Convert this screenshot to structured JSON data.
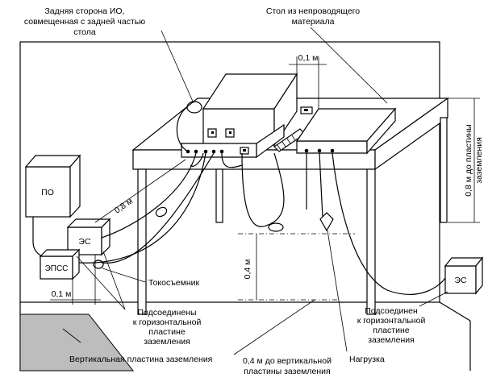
{
  "labels": {
    "eut_back": [
      "Задняя сторона ИО,",
      "совмещенная с задней частью",
      "стола"
    ],
    "table_material": [
      "Стол из непроводящего",
      "материала"
    ],
    "dist_top": "0,1 м",
    "height_to_ground": [
      "0,8 м до пластины",
      "заземления"
    ],
    "po": "ПО",
    "es_left": "ЭС",
    "epss": "ЭПСС",
    "cable_08": "0,8 м",
    "current_collector": "Токосъемник",
    "dist_bottom_left": "0,1 м",
    "connected_left": [
      "Подсоединены",
      "к горизонтальной",
      "пластине",
      "заземления"
    ],
    "vertical_plate": "Вертикальная пластина заземления",
    "dist_04": "0,4 м",
    "dist_04_vertical": [
      "0,4 м до вертикальной",
      "пластины заземления"
    ],
    "load": "Нагрузка",
    "connected_right": [
      "Подсоединен",
      "к горизонтальной",
      "пластине",
      "заземления"
    ],
    "es_right": "ЭС"
  }
}
